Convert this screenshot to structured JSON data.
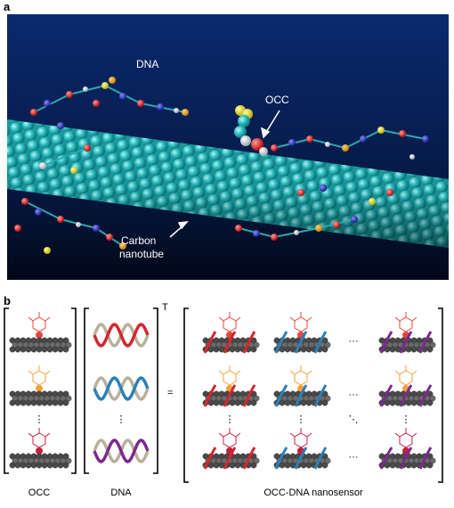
{
  "panel_a": {
    "label": "a",
    "dna_label": "DNA",
    "occ_label": "OCC",
    "nanotube_label_line1": "Carbon",
    "nanotube_label_line2": "nanotube"
  },
  "panel_b": {
    "label": "b",
    "transpose_mark": "T",
    "equals": "=",
    "col_caption_occ": "OCC",
    "col_caption_dna": "DNA",
    "col_caption_sensor": "OCC-DNA nanosensor",
    "vertical_ellipsis": "⋮",
    "horizontal_ellipsis": "···",
    "diagonal_ellipsis": "⋱",
    "dna_colors": [
      "#d5262e",
      "#2c7fb8",
      "#7b2a8e"
    ],
    "occ_colors": [
      "#e8453c",
      "#f7a13a",
      "#c81e3c"
    ]
  }
}
